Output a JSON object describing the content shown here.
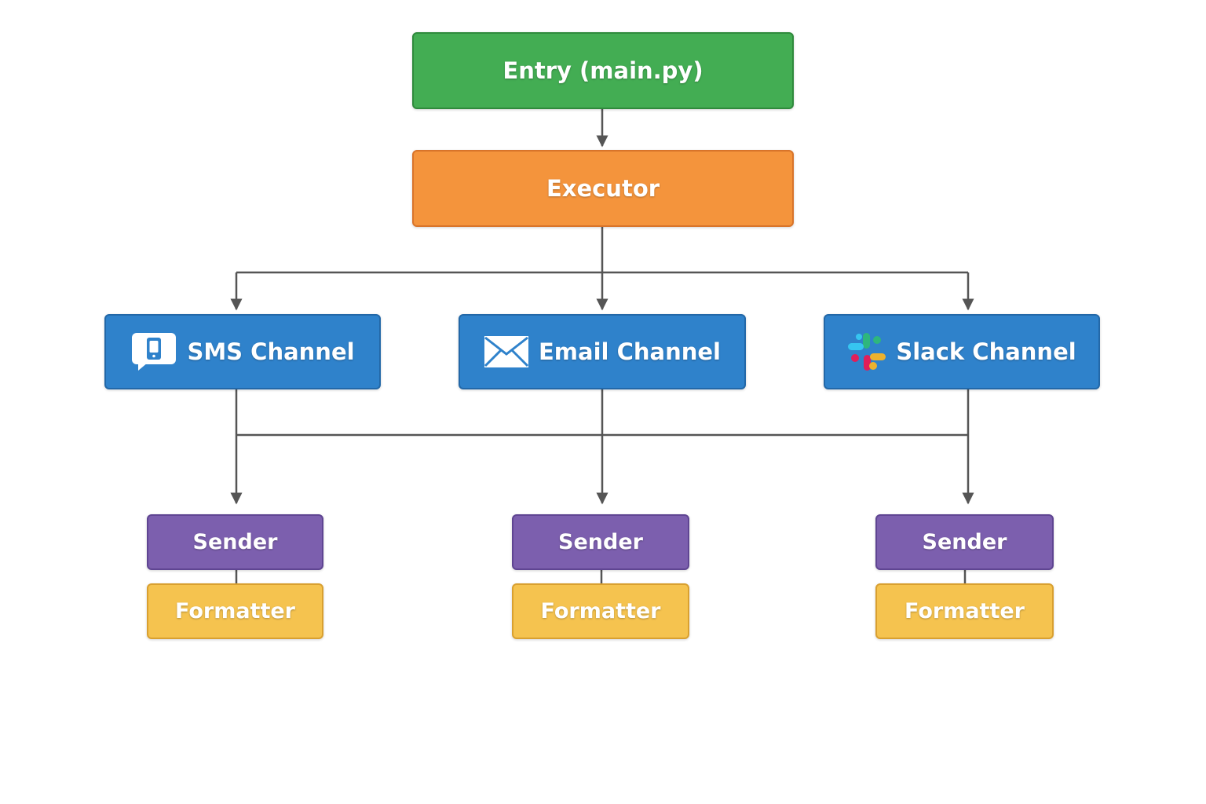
{
  "nodes": {
    "entry": "Entry (main.py)",
    "executor": "Executor",
    "channels": [
      {
        "label": "SMS Channel",
        "icon": "sms-phone-icon"
      },
      {
        "label": "Email Channel",
        "icon": "envelope-icon"
      },
      {
        "label": "Slack Channel",
        "icon": "slack-logo-icon"
      }
    ],
    "senders": [
      "Sender",
      "Sender",
      "Sender"
    ],
    "formatters": [
      "Formatter",
      "Formatter",
      "Formatter"
    ]
  },
  "colors": {
    "entry": "#43ad53",
    "executor": "#f4943c",
    "channel": "#2f82cb",
    "sender": "#7c5fae",
    "formatter": "#f5c34f",
    "connector": "#555555"
  }
}
